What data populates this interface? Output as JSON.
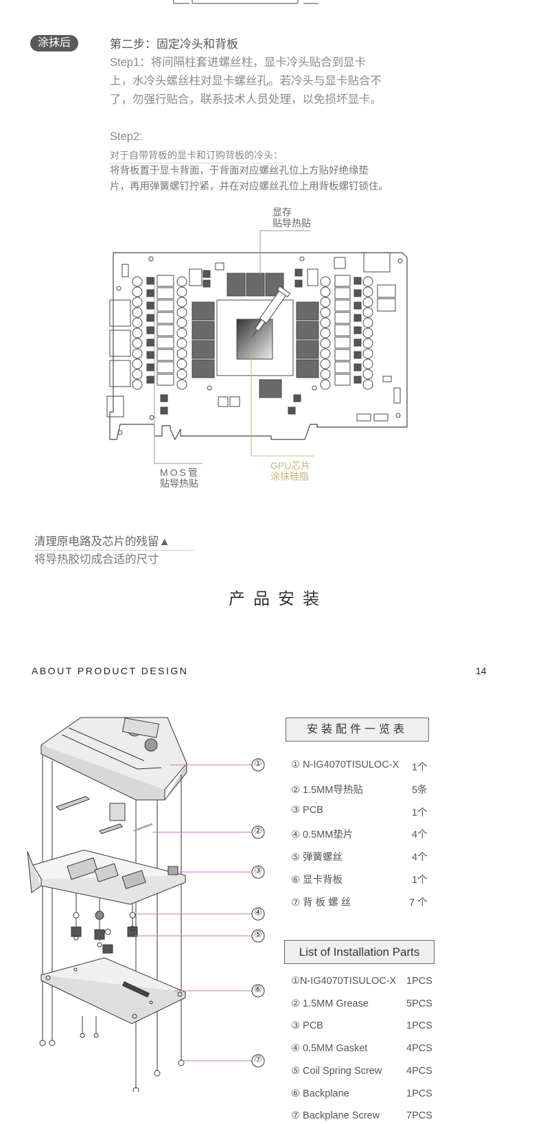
{
  "step2": {
    "badge": "涂抹后",
    "title": "第二步：固定冷头和背板",
    "step1_lines": [
      "Step1：将间隔柱套进螺丝柱，显卡冷头贴合到显卡",
      "上，水冷头螺丝柱对显卡螺丝孔。若冷头与显卡贴合不",
      "了，勿强行贴合，联系技术人员处理，以免损坏显卡。"
    ],
    "step2_head": "Step2:",
    "step2_sub": "对于自带背板的显卡和订购背板的冷头：",
    "step2_lines": [
      "将背板置于显卡背面，于背面对应螺丝孔位上方贴好绝缘垫",
      "片，再用弹簧螺钉拧紧，并在对应螺丝孔位上用背板螺钉锁住。"
    ]
  },
  "pcb_labels": {
    "memory_1": "显存",
    "memory_2": "贴导热贴",
    "mos_1": "MOS管",
    "mos_2": "贴导热贴",
    "gpu_1": "GPU芯片",
    "gpu_2": "涂抹硅脂"
  },
  "cleanup": {
    "line1": "清理原电路及芯片的残留▲",
    "line2": "将导热胶切成合适的尺寸"
  },
  "section_title": "产品安装",
  "header": {
    "about": "ABOUT PRODUCT DESIGN",
    "page": "14"
  },
  "callouts": [
    "①",
    "②",
    "③",
    "④",
    "⑤",
    "⑥",
    "⑦"
  ],
  "parts_cn": {
    "title": "安装配件一览表",
    "rows": [
      {
        "name": "① N-IG4070TISULOC-X",
        "qty": "1个"
      },
      {
        "name": "② 1.5MM导热贴",
        "qty": "5条"
      },
      {
        "name": "③  PCB",
        "qty": "1个"
      },
      {
        "name": "④  0.5MM垫片",
        "qty": "4个"
      },
      {
        "name": "⑤  弹簧螺丝",
        "qty": "4个"
      },
      {
        "name": "⑥  显卡背板",
        "qty": "1个"
      },
      {
        "name": "⑦   背 板 螺 丝",
        "qty": "7 个"
      }
    ]
  },
  "parts_en": {
    "title": "List of Installation Parts",
    "rows": [
      {
        "name": "①N-IG4070TISULOC-X",
        "qty": "1PCS"
      },
      {
        "name": "② 1.5MM Grease",
        "qty": "5PCS"
      },
      {
        "name": "③ PCB",
        "qty": "1PCS"
      },
      {
        "name": "④ 0.5MM Gasket",
        "qty": "4PCS"
      },
      {
        "name": "⑤ Coil Spring Screw",
        "qty": "4PCS"
      },
      {
        "name": "⑥ Backplane",
        "qty": "1PCS"
      },
      {
        "name": "⑦ Backplane Screw",
        "qty": "7PCS"
      }
    ]
  }
}
